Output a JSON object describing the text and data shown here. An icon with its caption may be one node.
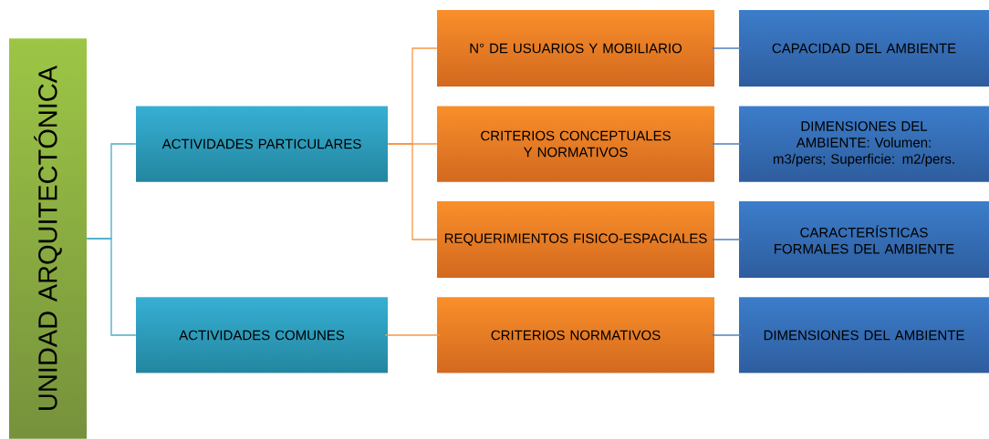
{
  "diagram": {
    "nodes": [
      {
        "text": [
          "UNIDAD ARQUITECTÓNICA"
        ]
      },
      {
        "text": [
          "ACTIVIDADES PARTICULARES"
        ]
      },
      {
        "text": [
          "ACTIVIDADES COMUNES"
        ]
      },
      {
        "text": [
          "N° DE USUARIOS Y MOBILIARIO"
        ]
      },
      {
        "text": [
          "CRITERIOS CONCEPTUALES Y NORMATIVOS"
        ]
      },
      {
        "text": [
          "REQUERIMIENTOS FISICO-ESPACIALES"
        ]
      },
      {
        "text": [
          "CRITERIOS NORMATIVOS"
        ]
      },
      {
        "text": [
          "CAPACIDAD DEL AMBIENTE"
        ]
      },
      {
        "text": [
          "DIMENSIONES DEL AMBIENTE: Volumen: m3/pers; Superficie: m2/pers."
        ]
      },
      {
        "text": [
          "CARACTERÍSTICAS FORMALES DEL AMBIENTE"
        ]
      },
      {
        "text": [
          "DIMENSIONES DEL AMBIENTE"
        ]
      }
    ],
    "edges": [
      {
        "from": 0,
        "to": 1,
        "arrow": "none",
        "color": "#4bacc6"
      },
      {
        "from": 0,
        "to": 2,
        "arrow": "none",
        "color": "#4bacc6"
      },
      {
        "from": 1,
        "to": 3,
        "arrow": "none",
        "color": "#f79646"
      },
      {
        "from": 1,
        "to": 4,
        "arrow": "none",
        "color": "#f79646"
      },
      {
        "from": 1,
        "to": 5,
        "arrow": "none",
        "color": "#f79646"
      },
      {
        "from": 2,
        "to": 6,
        "arrow": "none",
        "color": "#f79646"
      },
      {
        "from": 3,
        "to": 7,
        "arrow": "none",
        "color": "#4f81bd"
      },
      {
        "from": 4,
        "to": 8,
        "arrow": "none",
        "color": "#4f81bd"
      },
      {
        "from": 5,
        "to": 9,
        "arrow": "none",
        "color": "#4f81bd"
      },
      {
        "from": 6,
        "to": 10,
        "arrow": "none",
        "color": "#4f81bd"
      }
    ]
  }
}
